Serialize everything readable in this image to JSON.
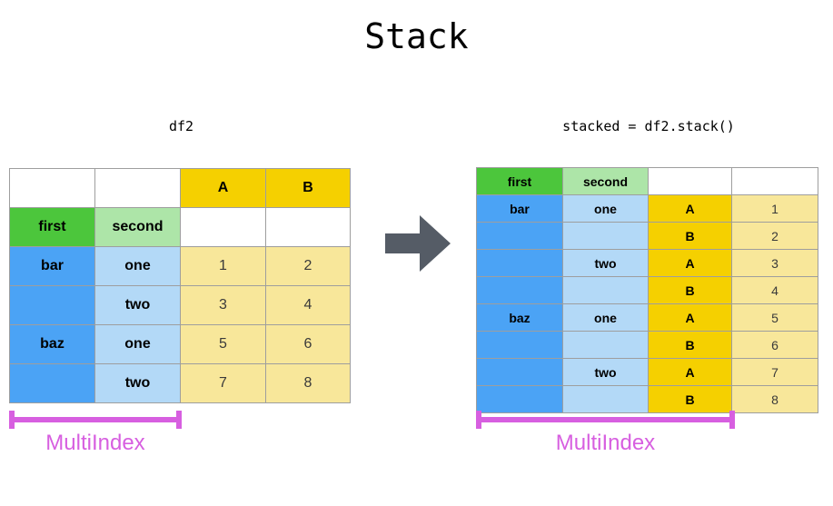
{
  "title": "Stack",
  "arrow": {
    "name": "right-arrow",
    "color": "#555c66"
  },
  "accent": {
    "green": "#4cc63c",
    "light_green": "#ade5a8",
    "blue": "#4ba3f5",
    "light_blue": "#b3d9f7",
    "gold": "#f5d000",
    "pale_yellow": "#f8e79a",
    "multiindex": "#d75fe0",
    "grid_line": "#9e9e9e"
  },
  "left": {
    "caption": "df2",
    "column_header": {
      "corner_1": "",
      "corner_2": "",
      "a": "A",
      "b": "B"
    },
    "index_header": {
      "first": "first",
      "second": "second",
      "blank_a": "",
      "blank_b": ""
    },
    "rows": [
      {
        "first": "bar",
        "second": "one",
        "a": "1",
        "b": "2"
      },
      {
        "first": "",
        "second": "two",
        "a": "3",
        "b": "4"
      },
      {
        "first": "baz",
        "second": "one",
        "a": "5",
        "b": "6"
      },
      {
        "first": "",
        "second": "two",
        "a": "7",
        "b": "8"
      }
    ],
    "multiindex_label": "MultiIndex"
  },
  "right": {
    "caption": "stacked = df2.stack()",
    "header": {
      "first": "first",
      "second": "second",
      "blank_level": "",
      "blank_value": ""
    },
    "rows": [
      {
        "first": "bar",
        "second": "one",
        "level": "A",
        "value": "1"
      },
      {
        "first": "",
        "second": "",
        "level": "B",
        "value": "2"
      },
      {
        "first": "",
        "second": "two",
        "level": "A",
        "value": "3"
      },
      {
        "first": "",
        "second": "",
        "level": "B",
        "value": "4"
      },
      {
        "first": "baz",
        "second": "one",
        "level": "A",
        "value": "5"
      },
      {
        "first": "",
        "second": "",
        "level": "B",
        "value": "6"
      },
      {
        "first": "",
        "second": "two",
        "level": "A",
        "value": "7"
      },
      {
        "first": "",
        "second": "",
        "level": "B",
        "value": "8"
      }
    ],
    "multiindex_label": "MultiIndex"
  }
}
